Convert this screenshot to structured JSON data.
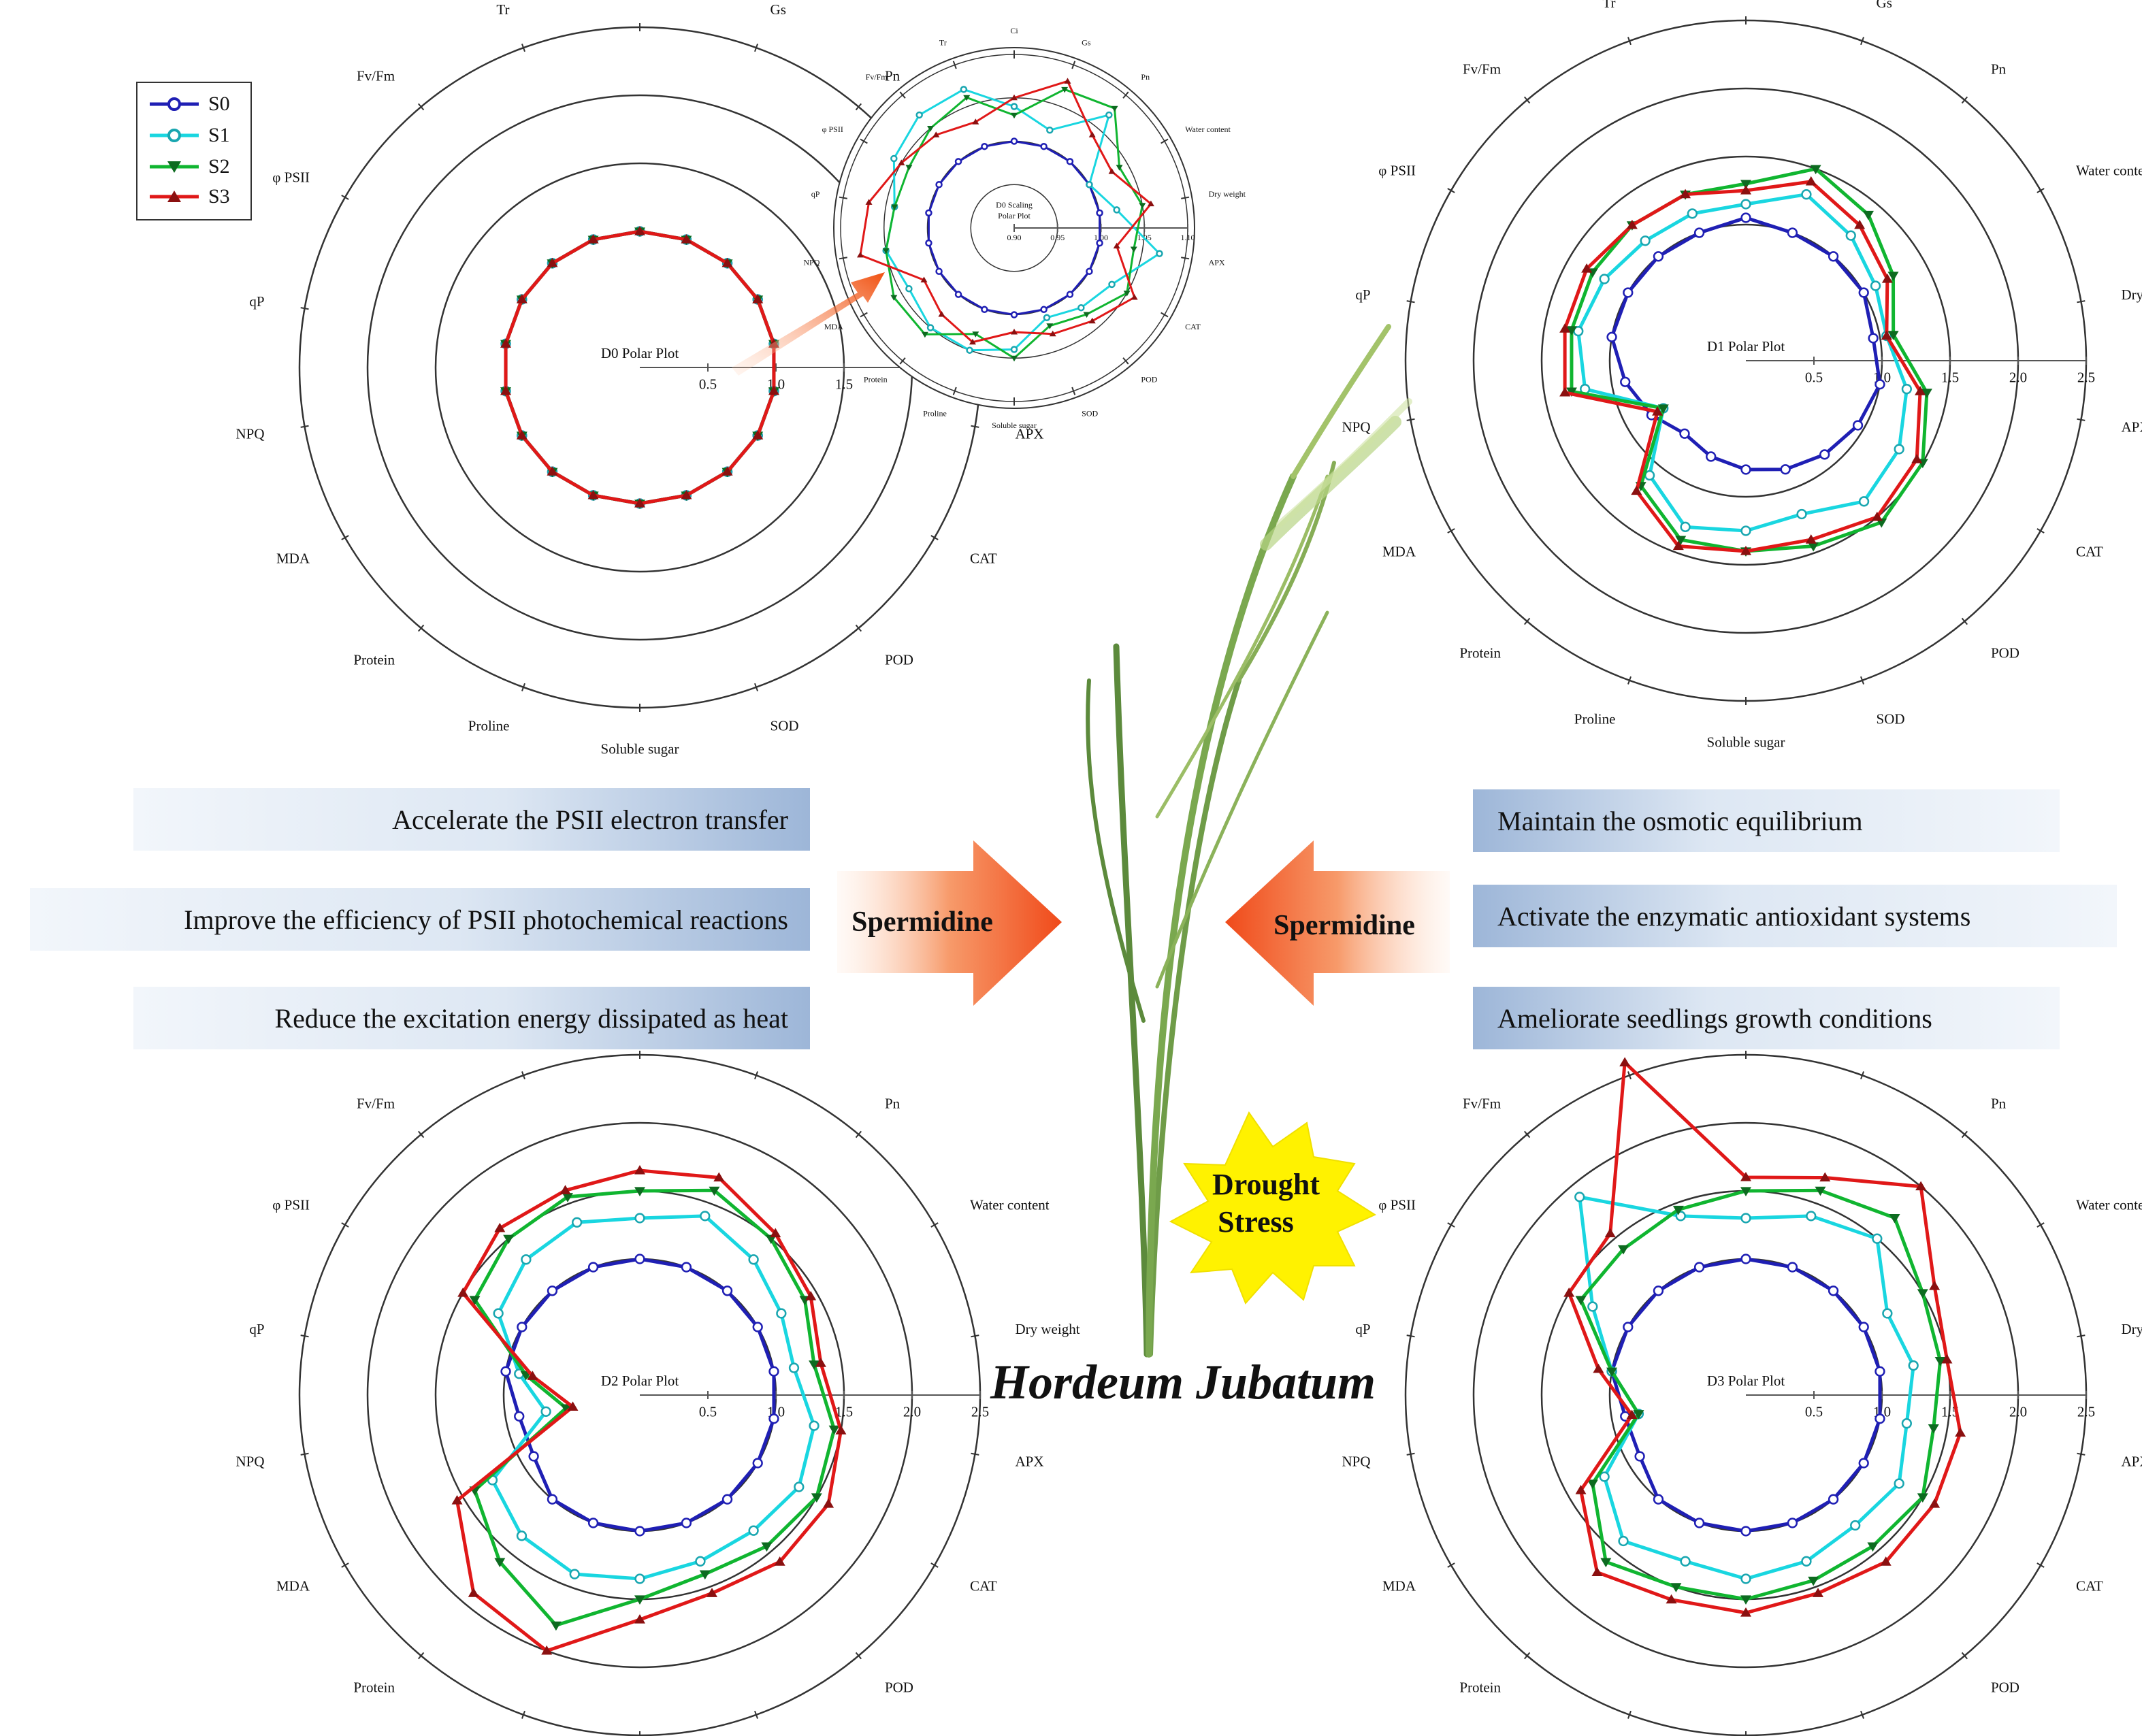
{
  "chart_data": [
    {
      "type": "radar",
      "title": "D0 Polar Plot",
      "axes": [
        "Ci",
        "Gs",
        "Pn",
        "Water content",
        "Dry weight",
        "APX",
        "CAT",
        "POD",
        "SOD",
        "Soluble sugar",
        "Proline",
        "Protein",
        "MDA",
        "NPQ",
        "qP",
        "φ PSII",
        "Fv/Fm",
        "Tr"
      ],
      "rlim": [
        0,
        2.5
      ],
      "r_ticks": [
        "0.5",
        "1.0",
        "1.5"
      ],
      "series": [
        {
          "name": "S0",
          "values": [
            1,
            1,
            1,
            1,
            1,
            1,
            1,
            1,
            1,
            1,
            1,
            1,
            1,
            1,
            1,
            1,
            1,
            1
          ]
        },
        {
          "name": "S1",
          "values": [
            1,
            1,
            1,
            1,
            1,
            1,
            1,
            1,
            1,
            1,
            1,
            1,
            1,
            1,
            1,
            1,
            1,
            1
          ]
        },
        {
          "name": "S2",
          "values": [
            1,
            1,
            1,
            1,
            1,
            1,
            1,
            1,
            1,
            1,
            1,
            1,
            1,
            1,
            1,
            1,
            1,
            1
          ]
        },
        {
          "name": "S3",
          "values": [
            1,
            1,
            1,
            1,
            1,
            1,
            1,
            1,
            1,
            1,
            1,
            1,
            1,
            1,
            1,
            1,
            1,
            1
          ]
        }
      ]
    },
    {
      "type": "radar",
      "title": "D0 Scaling Polar Plot",
      "axes": [
        "Ci",
        "Gs",
        "Pn",
        "Water content",
        "Dry weight",
        "APX",
        "CAT",
        "POD",
        "SOD",
        "Soluble sugar",
        "Proline",
        "Protein",
        "MDA",
        "NPQ",
        "qP",
        "φ PSII",
        "Fv/Fm",
        "Tr"
      ],
      "rlim": [
        0.9,
        1.1
      ],
      "r_ticks": [
        "0.90",
        "0.95",
        "1.00",
        "1.05",
        "1.10"
      ],
      "series": [
        {
          "name": "S0",
          "values": [
            1.0,
            1.0,
            1.0,
            1.0,
            1.0,
            1.0,
            1.0,
            1.0,
            1.0,
            1.0,
            1.0,
            1.0,
            1.0,
            1.0,
            1.0,
            1.0,
            1.0,
            1.0
          ]
        },
        {
          "name": "S1",
          "values": [
            1.04,
            1.02,
            1.07,
            1.0,
            1.02,
            1.07,
            1.03,
            1.02,
            1.01,
            1.04,
            1.05,
            1.05,
            1.04,
            1.05,
            1.04,
            1.06,
            1.07,
            1.07
          ]
        },
        {
          "name": "S2",
          "values": [
            1.03,
            1.07,
            1.08,
            1.04,
            1.05,
            1.04,
            1.05,
            1.03,
            1.02,
            1.05,
            1.03,
            1.06,
            1.06,
            1.05,
            1.04,
            1.04,
            1.05,
            1.06
          ]
        },
        {
          "name": "S3",
          "values": [
            1.05,
            1.08,
            1.04,
            1.03,
            1.06,
            1.02,
            1.06,
            1.04,
            1.03,
            1.02,
            1.04,
            1.03,
            1.02,
            1.08,
            1.07,
            1.05,
            1.04,
            1.03
          ]
        }
      ]
    },
    {
      "type": "radar",
      "title": "D1 Polar Plot",
      "axes": [
        "Ci",
        "Gs",
        "Pn",
        "Water content",
        "Dry weight",
        "APX",
        "CAT",
        "POD",
        "SOD",
        "Soluble sugar",
        "Proline",
        "Protein",
        "MDA",
        "NPQ",
        "qP",
        "φ PSII",
        "Fv/Fm",
        "Tr"
      ],
      "rlim": [
        0,
        2.5
      ],
      "r_ticks": [
        "0.5",
        "1.0",
        "1.5",
        "2.0",
        "2.5"
      ],
      "series": [
        {
          "name": "S0",
          "values": [
            1.05,
            1.0,
            1.0,
            1.0,
            0.95,
            1.0,
            0.95,
            0.9,
            0.85,
            0.8,
            0.75,
            0.7,
            0.8,
            0.9,
            1.0,
            1.0,
            1.0,
            1.0
          ]
        },
        {
          "name": "S1",
          "values": [
            1.15,
            1.3,
            1.2,
            1.1,
            1.05,
            1.2,
            1.3,
            1.35,
            1.2,
            1.25,
            1.3,
            1.1,
            0.7,
            1.2,
            1.25,
            1.2,
            1.15,
            1.15
          ]
        },
        {
          "name": "S2",
          "values": [
            1.3,
            1.5,
            1.4,
            1.25,
            1.1,
            1.35,
            1.5,
            1.55,
            1.45,
            1.4,
            1.4,
            1.2,
            0.7,
            1.3,
            1.3,
            1.3,
            1.3,
            1.3
          ]
        },
        {
          "name": "S3",
          "values": [
            1.25,
            1.4,
            1.3,
            1.2,
            1.05,
            1.3,
            1.45,
            1.5,
            1.4,
            1.4,
            1.45,
            1.25,
            0.75,
            1.35,
            1.35,
            1.35,
            1.3,
            1.3
          ]
        }
      ]
    },
    {
      "type": "radar",
      "title": "D2 Polar Plot",
      "axes": [
        "Ci",
        "Gs",
        "Pn",
        "Water content",
        "Dry weight",
        "APX",
        "CAT",
        "POD",
        "SOD",
        "Soluble sugar",
        "Proline",
        "Protein",
        "MDA",
        "NPQ",
        "qP",
        "φ PSII",
        "Fv/Fm",
        "Tr"
      ],
      "rlim": [
        0,
        2.5
      ],
      "r_ticks": [
        "0.5",
        "1.0",
        "1.5",
        "2.0",
        "2.5"
      ],
      "series": [
        {
          "name": "S0",
          "values": [
            1.0,
            1.0,
            1.0,
            1.0,
            1.0,
            1.0,
            1.0,
            1.0,
            1.0,
            1.0,
            1.0,
            1.0,
            0.9,
            0.9,
            1.0,
            1.0,
            1.0,
            1.0
          ]
        },
        {
          "name": "S1",
          "values": [
            1.3,
            1.4,
            1.3,
            1.2,
            1.15,
            1.3,
            1.35,
            1.3,
            1.3,
            1.35,
            1.4,
            1.35,
            1.25,
            0.7,
            0.9,
            1.2,
            1.3,
            1.35
          ]
        },
        {
          "name": "S2",
          "values": [
            1.5,
            1.6,
            1.5,
            1.4,
            1.3,
            1.45,
            1.5,
            1.45,
            1.4,
            1.5,
            1.8,
            1.6,
            1.4,
            0.55,
            0.85,
            1.4,
            1.5,
            1.55
          ]
        },
        {
          "name": "S3",
          "values": [
            1.65,
            1.7,
            1.55,
            1.45,
            1.35,
            1.5,
            1.6,
            1.6,
            1.55,
            1.65,
            2.0,
            1.9,
            1.55,
            0.5,
            0.8,
            1.5,
            1.6,
            1.6
          ]
        }
      ]
    },
    {
      "type": "radar",
      "title": "D3 Polar Plot",
      "axes": [
        "Ci",
        "Gs",
        "Pn",
        "Water content",
        "Dry weight",
        "APX",
        "CAT",
        "POD",
        "SOD",
        "Soluble sugar",
        "Proline",
        "Protein",
        "MDA",
        "NPQ",
        "qP",
        "φ PSII",
        "Fv/Fm",
        "Tr"
      ],
      "rlim": [
        0,
        2.5
      ],
      "r_ticks": [
        "0.5",
        "1.0",
        "1.5",
        "2.0",
        "2.5"
      ],
      "series": [
        {
          "name": "S0",
          "values": [
            1.0,
            1.0,
            1.0,
            1.0,
            1.0,
            1.0,
            1.0,
            1.0,
            1.0,
            1.0,
            1.0,
            1.0,
            0.9,
            0.9,
            1.0,
            1.0,
            1.0,
            1.0
          ]
        },
        {
          "name": "S1",
          "values": [
            1.3,
            1.4,
            1.5,
            1.2,
            1.25,
            1.2,
            1.3,
            1.25,
            1.3,
            1.35,
            1.3,
            1.4,
            1.2,
            0.8,
            1.0,
            1.3,
            1.9,
            1.4
          ]
        },
        {
          "name": "S2",
          "values": [
            1.5,
            1.6,
            1.7,
            1.5,
            1.45,
            1.4,
            1.5,
            1.45,
            1.45,
            1.5,
            1.5,
            1.6,
            1.3,
            0.8,
            1.0,
            1.4,
            1.4,
            1.45
          ]
        },
        {
          "name": "S3",
          "values": [
            1.6,
            1.7,
            2.0,
            1.6,
            1.5,
            1.6,
            1.6,
            1.6,
            1.55,
            1.6,
            1.6,
            1.7,
            1.4,
            0.85,
            1.1,
            1.5,
            1.55,
            2.6
          ]
        }
      ]
    }
  ],
  "legend": {
    "items": [
      {
        "name": "S0",
        "color": "#1f1fb4",
        "marker": "hollow-circle"
      },
      {
        "name": "S1",
        "color": "#19d6e0",
        "marker": "hollow-circle"
      },
      {
        "name": "S2",
        "color": "#10b530",
        "marker": "triangle-down"
      },
      {
        "name": "S3",
        "color": "#e01818",
        "marker": "triangle-up"
      }
    ]
  },
  "left_boxes": [
    "Accelerate the PSII electron transfer",
    "Improve the efficiency of PSII photochemical reactions",
    "Reduce the excitation energy dissipated as heat"
  ],
  "right_boxes": [
    "Maintain the osmotic equilibrium",
    "Activate the enzymatic antioxidant systems",
    "Ameliorate seedlings growth conditions"
  ],
  "arrows": {
    "left_label": "Spermidine",
    "right_label": "Spermidine"
  },
  "burst": {
    "line1": "Drought",
    "line2": "Stress"
  },
  "species": "Hordeum Jubatum",
  "colors": {
    "arrow_orange": "#f2622c",
    "burst_yellow": "#fff200",
    "box_blue": "#9db6d8"
  }
}
